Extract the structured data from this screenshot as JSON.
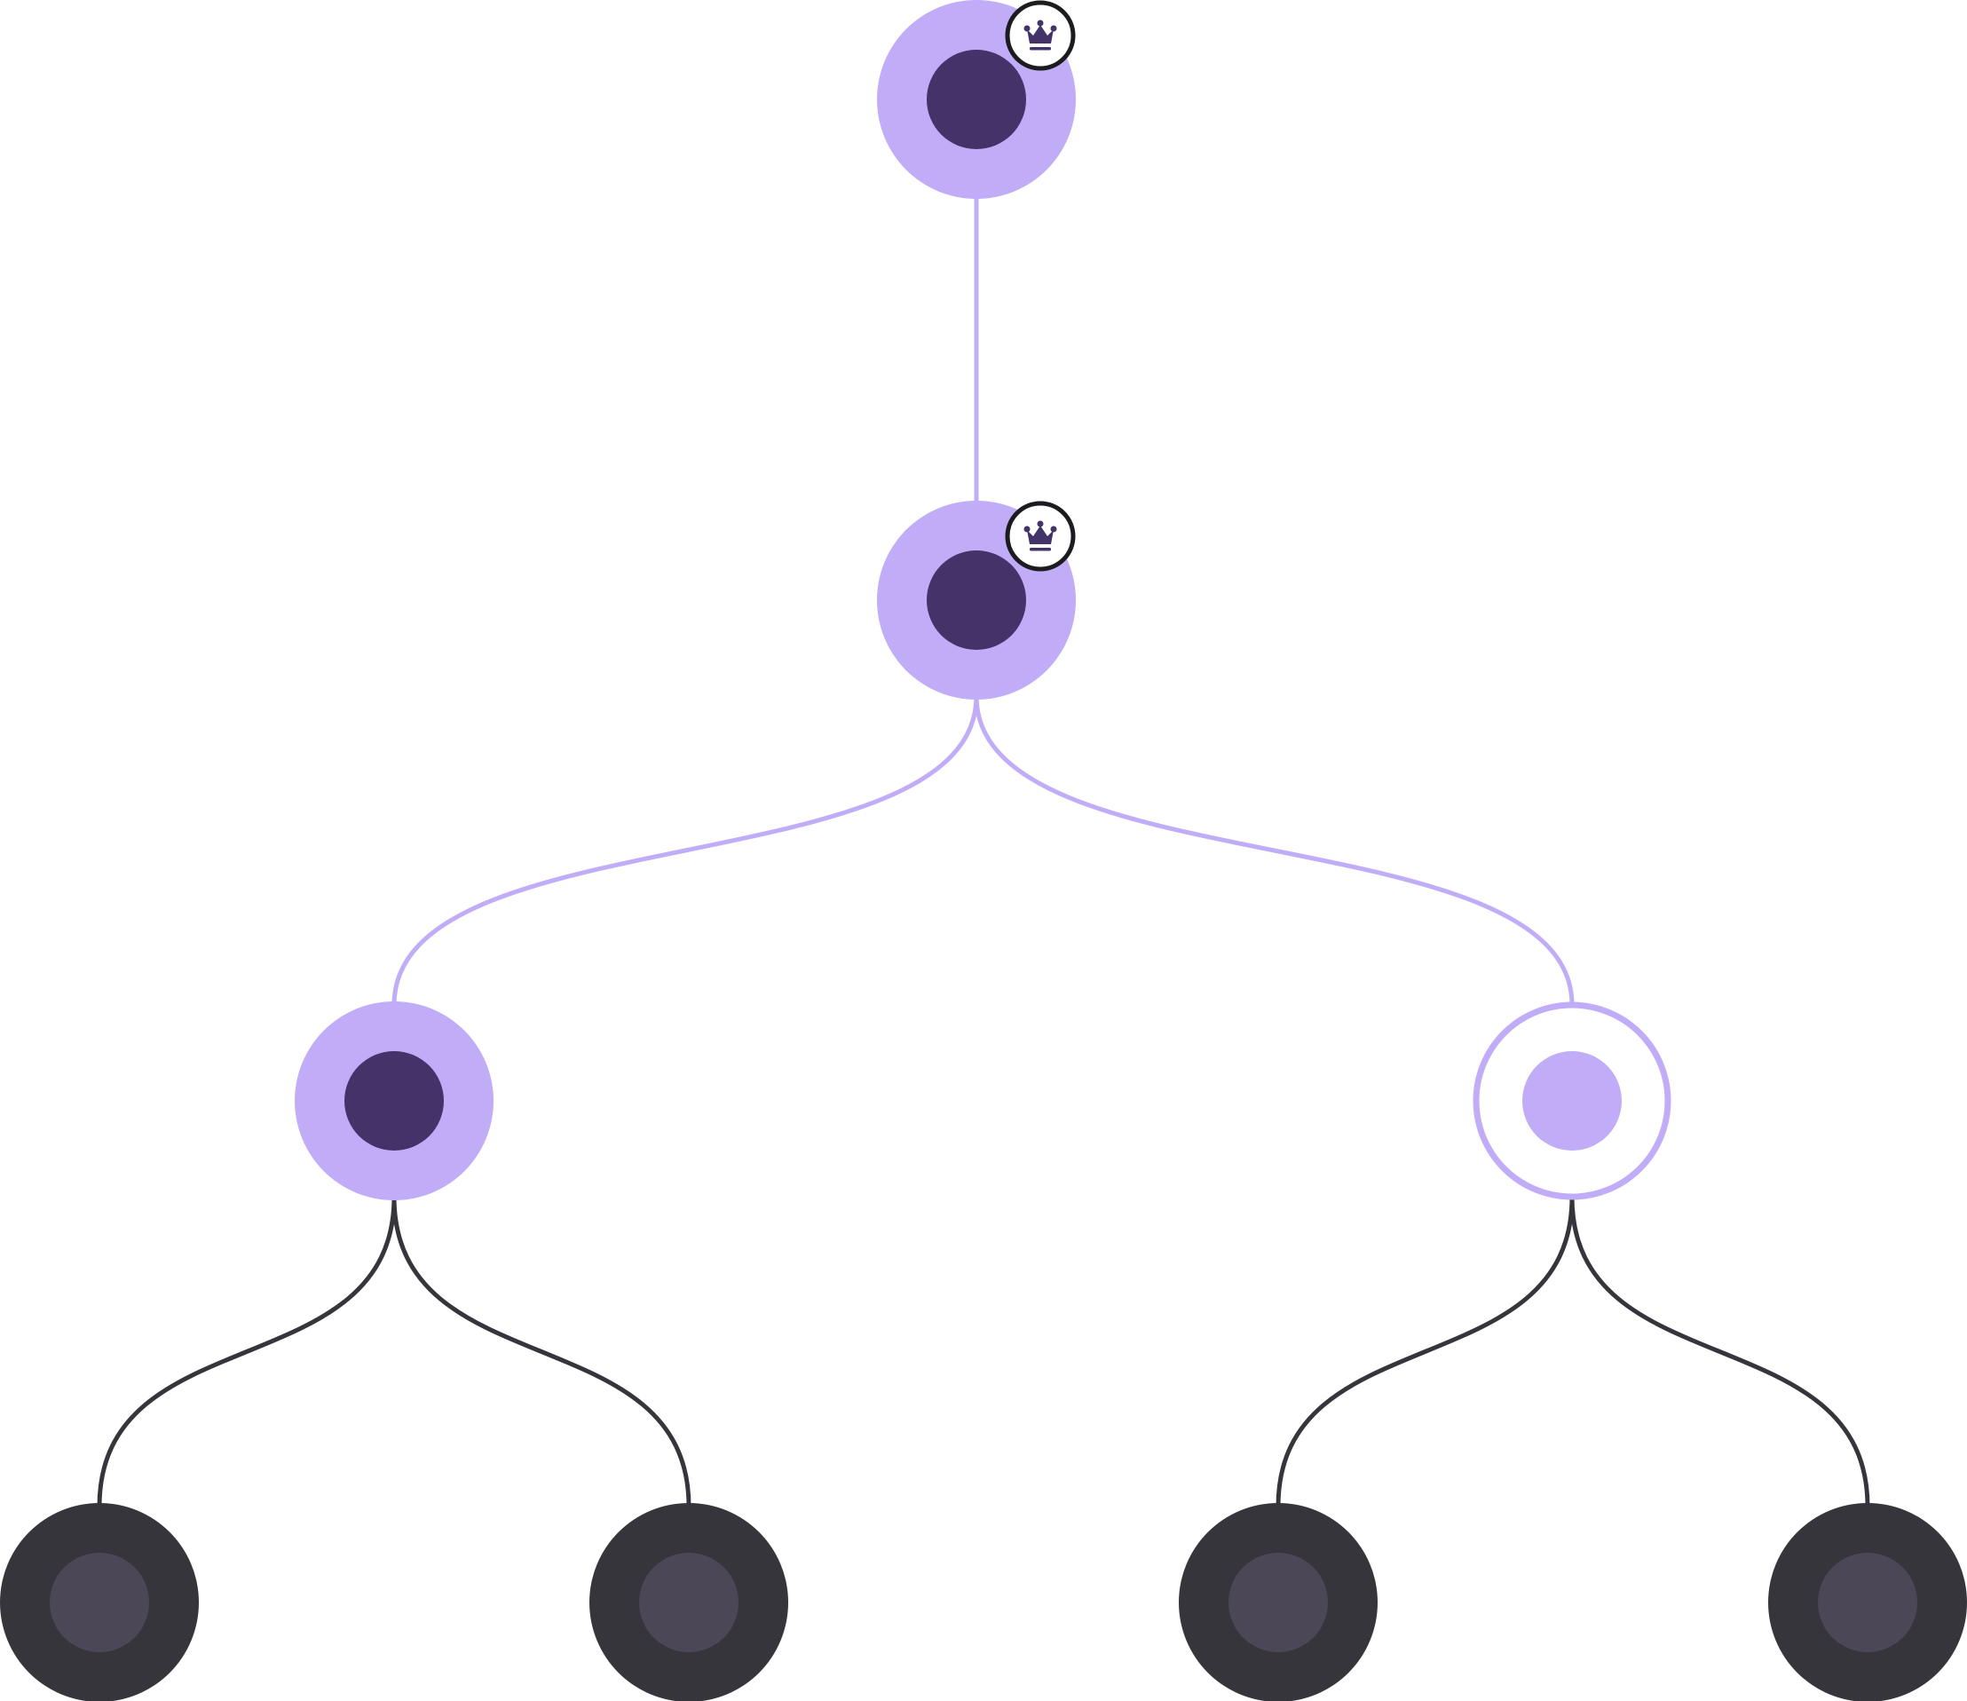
{
  "colors": {
    "active_outer": "#c1acf8",
    "active_inner": "#433369",
    "inactive_outer": "#37353c",
    "inactive_inner": "#4c4756",
    "active_edge": "#c1acf8",
    "inactive_edge": "#37353c",
    "badge_stroke": "#1c1b1f",
    "badge_fill": "#ffffff",
    "crown": "#433369",
    "background": "#ffffff"
  },
  "tree": {
    "nodes": [
      {
        "id": "root",
        "state": "active",
        "badge": "crown-icon"
      },
      {
        "id": "level1",
        "state": "active",
        "badge": "crown-icon"
      },
      {
        "id": "level2-left",
        "state": "active"
      },
      {
        "id": "level2-right",
        "state": "current"
      },
      {
        "id": "leaf-1",
        "state": "locked"
      },
      {
        "id": "leaf-2",
        "state": "locked"
      },
      {
        "id": "leaf-3",
        "state": "locked"
      },
      {
        "id": "leaf-4",
        "state": "locked"
      }
    ],
    "edges": [
      {
        "from": "root",
        "to": "level1",
        "state": "active"
      },
      {
        "from": "level1",
        "to": "level2-left",
        "state": "active"
      },
      {
        "from": "level1",
        "to": "level2-right",
        "state": "active"
      },
      {
        "from": "level2-left",
        "to": "leaf-1",
        "state": "locked"
      },
      {
        "from": "level2-left",
        "to": "leaf-2",
        "state": "locked"
      },
      {
        "from": "level2-right",
        "to": "leaf-3",
        "state": "locked"
      },
      {
        "from": "level2-right",
        "to": "leaf-4",
        "state": "locked"
      }
    ]
  }
}
